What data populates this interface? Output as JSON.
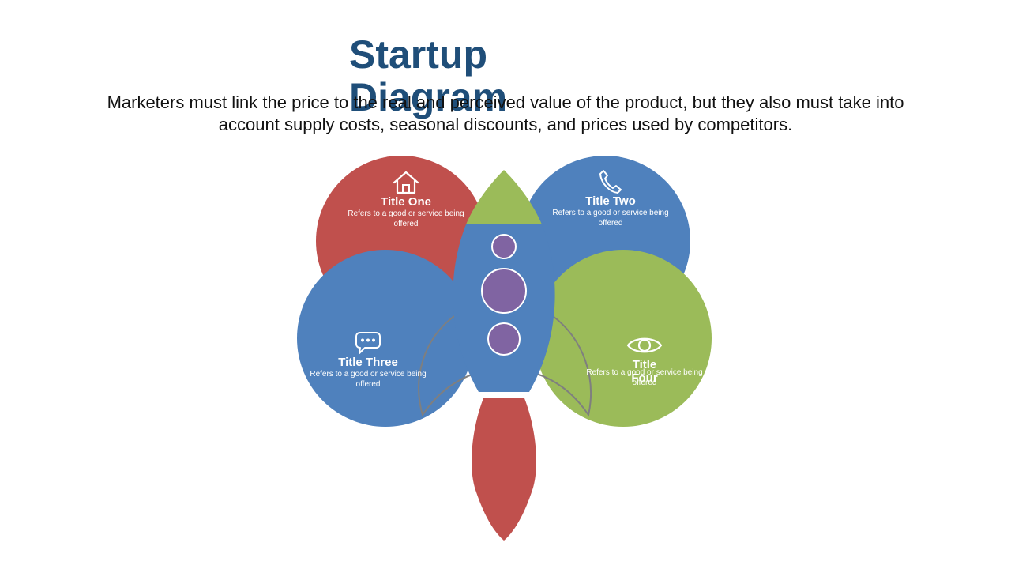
{
  "title": "Startup Diagram",
  "subtitle": "Marketers must link the price to the real and perceived value of the product, but they also must take into account supply costs, seasonal discounts, and prices used by competitors.",
  "items": [
    {
      "title": "Title One",
      "description": "Refers to a good or service being offered",
      "icon": "home-icon",
      "color": "#c0504d"
    },
    {
      "title": "Title Two",
      "description": "Refers to a good or service being offered",
      "icon": "phone-icon",
      "color": "#4f81bd"
    },
    {
      "title": "Title Three",
      "description": "Refers to a good or service being offered",
      "icon": "chat-icon",
      "color": "#4f81bd"
    },
    {
      "title": "Title Four",
      "description": "Refers to a good or service being offered",
      "icon": "eye-icon",
      "color": "#9bbb59"
    }
  ],
  "colors": {
    "title": "#1f4e79",
    "red": "#c0504d",
    "blue": "#4f81bd",
    "green": "#9bbb59",
    "purple": "#8064a2"
  }
}
